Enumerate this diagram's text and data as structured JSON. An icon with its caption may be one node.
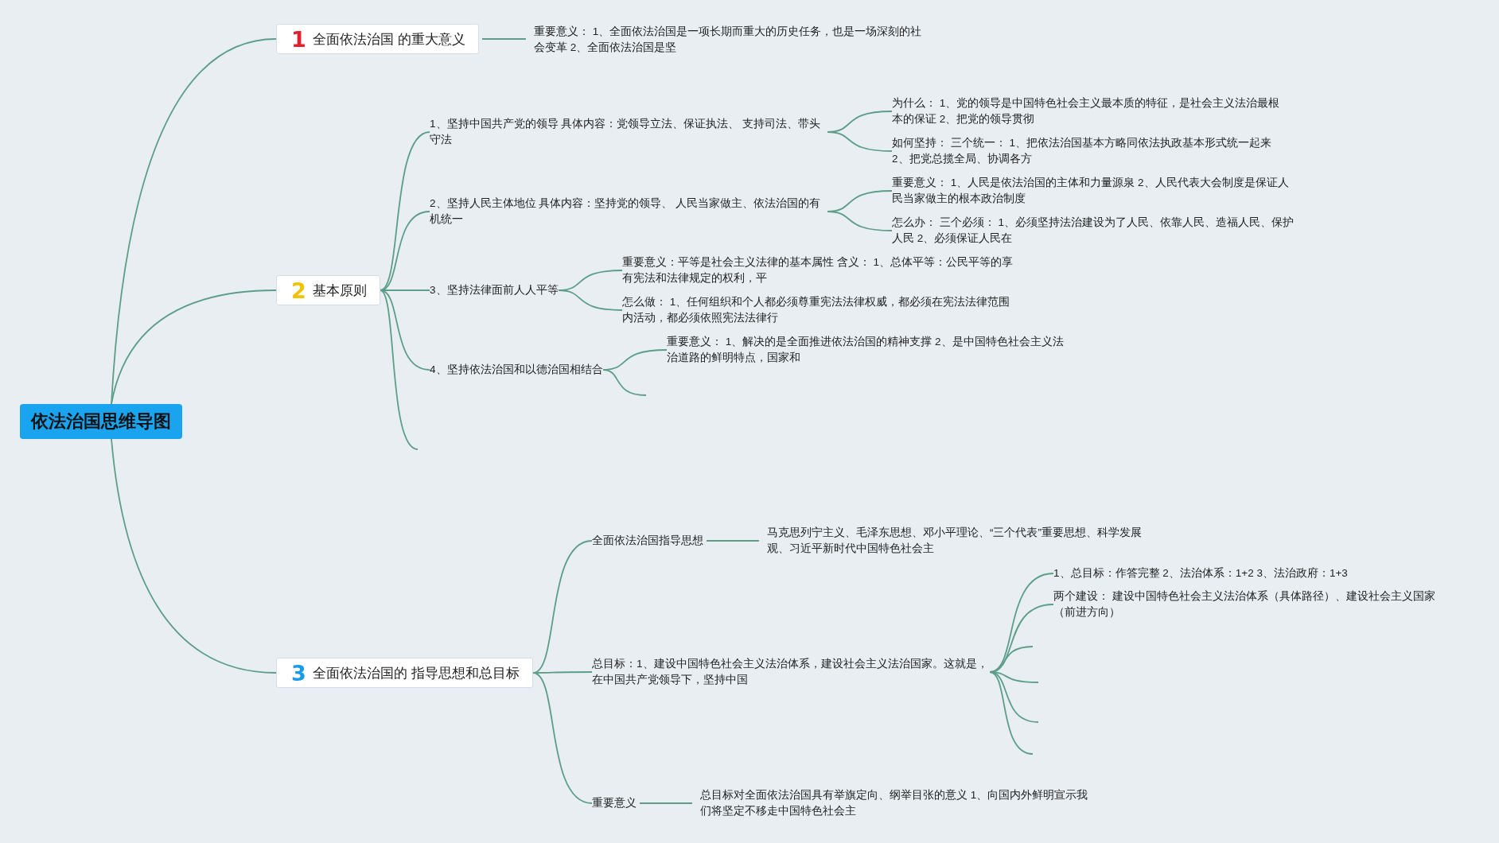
{
  "diagram": {
    "nodes": [
      {
        "text": [
          "依法治国思维导图"
        ]
      },
      {
        "text": [
          "1",
          "全面依法治国 的重大意义"
        ]
      },
      {
        "text": [
          "重要意义： 1、全面依法治国是一项长期而重大的历史任务，也是一场深刻的社会变革 2、全面依法治国是坚"
        ]
      },
      {
        "text": [
          "2",
          "基本原则"
        ]
      },
      {
        "text": [
          "1、坚持中国共产党的领导 具体内容：党领导立法、保证执法、 支持司法、带头守法"
        ]
      },
      {
        "text": [
          "为什么： 1、党的领导是中国特色社会主义最本质的特征，是社会主义法治最根本的保证 2、把党的领导贯彻"
        ]
      },
      {
        "text": [
          "如何坚持： 三个统一： 1、把依法治国基本方略同依法执政基本形式统一起来 2、把党总揽全局、协调各方"
        ]
      },
      {
        "text": [
          "2、坚持人民主体地位 具体内容：坚持党的领导、 人民当家做主、依法治国的有机统一"
        ]
      },
      {
        "text": [
          "重要意义： 1、人民是依法治国的主体和力量源泉 2、人民代表大会制度是保证人民当家做主的根本政治制度"
        ]
      },
      {
        "text": [
          "怎么办： 三个必须： 1、必须坚持法治建设为了人民、依靠人民、造福人民、保护人民 2、必须保证人民在"
        ]
      },
      {
        "text": [
          "3、坚持法律面前人人平等"
        ]
      },
      {
        "text": [
          "重要意义：平等是社会主义法律的基本属性 含义： 1、总体平等：公民平等的享有宪法和法律规定的权利，平"
        ]
      },
      {
        "text": [
          "怎么做： 1、任何组织和个人都必须尊重宪法法律权威，都必须在宪法法律范围内活动，都必须依照宪法法律行"
        ]
      },
      {
        "text": [
          "4、坚持依法治国和以德治国相结合"
        ]
      },
      {
        "text": [
          "重要意义： 1、解决的是全面推进依法治国的精神支撑 2、是中国特色社会主义法治道路的鲜明特点，国家和"
        ]
      },
      {
        "text": [
          "3",
          "全面依法治国的 指导思想和总目标"
        ]
      },
      {
        "text": [
          "全面依法治国指导思想"
        ]
      },
      {
        "text": [
          "马克思列宁主义、毛泽东思想、邓小平理论、“三个代表”重要思想、科学发展观、习近平新时代中国特色社会主"
        ]
      },
      {
        "text": [
          "总目标：1、建设中国特色社会主义法治体系，建设社会主义法治国家。这就是，在中国共产党领导下，坚持中国"
        ]
      },
      {
        "text": [
          "1、总目标：作答完整 2、法治体系：1+2 3、法治政府：1+3"
        ]
      },
      {
        "text": [
          "两个建设： 建设中国特色社会主义法治体系（具体路径）、建设社会主义国家（前进方向）"
        ]
      },
      {
        "text": [
          "重要意义"
        ]
      },
      {
        "text": [
          "总目标对全面依法治国具有举旗定向、纲举目张的意义 1、向国内外鲜明宣示我们将坚定不移走中国特色社会主"
        ]
      }
    ],
    "edges": [
      {
        "from": 0,
        "to": 1,
        "arrow": "none"
      },
      {
        "from": 0,
        "to": 3,
        "arrow": "none"
      },
      {
        "from": 0,
        "to": 15,
        "arrow": "none"
      },
      {
        "from": 1,
        "to": 2,
        "arrow": "none"
      },
      {
        "from": 3,
        "to": 4,
        "arrow": "none"
      },
      {
        "from": 3,
        "to": 7,
        "arrow": "none"
      },
      {
        "from": 3,
        "to": 10,
        "arrow": "none"
      },
      {
        "from": 3,
        "to": 13,
        "arrow": "none"
      },
      {
        "from": 3,
        "to": null,
        "arrow": "none"
      },
      {
        "from": 4,
        "to": 5,
        "arrow": "none"
      },
      {
        "from": 4,
        "to": 6,
        "arrow": "none"
      },
      {
        "from": 7,
        "to": 8,
        "arrow": "none"
      },
      {
        "from": 7,
        "to": 9,
        "arrow": "none"
      },
      {
        "from": 10,
        "to": 11,
        "arrow": "none"
      },
      {
        "from": 10,
        "to": 12,
        "arrow": "none"
      },
      {
        "from": 13,
        "to": 14,
        "arrow": "none"
      },
      {
        "from": 13,
        "to": null,
        "arrow": "none"
      },
      {
        "from": 15,
        "to": 16,
        "arrow": "none"
      },
      {
        "from": 15,
        "to": 18,
        "arrow": "none"
      },
      {
        "from": 15,
        "to": 21,
        "arrow": "none"
      },
      {
        "from": 16,
        "to": 17,
        "arrow": "none"
      },
      {
        "from": 18,
        "to": 19,
        "arrow": "none"
      },
      {
        "from": 18,
        "to": 20,
        "arrow": "none"
      },
      {
        "from": 18,
        "to": null,
        "arrow": "none"
      },
      {
        "from": 18,
        "to": null,
        "arrow": "none"
      },
      {
        "from": 18,
        "to": null,
        "arrow": "none"
      },
      {
        "from": 18,
        "to": null,
        "arrow": "none"
      },
      {
        "from": 21,
        "to": 22,
        "arrow": "none"
      }
    ]
  }
}
